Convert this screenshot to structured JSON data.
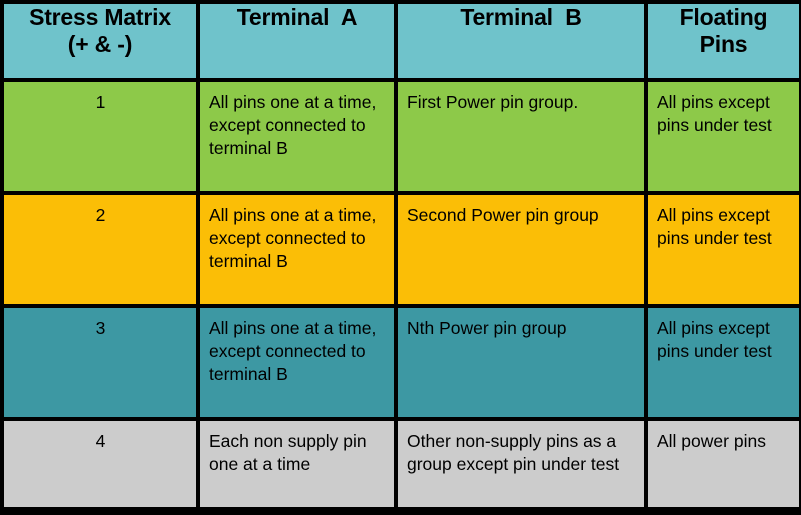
{
  "table": {
    "headers": [
      {
        "lines": [
          "Stress Matrix",
          "(+ & -)"
        ]
      },
      {
        "lines": [
          "Terminal  A"
        ]
      },
      {
        "lines": [
          "Terminal  B"
        ]
      },
      {
        "lines": [
          "Floating",
          "Pins"
        ]
      }
    ],
    "rows": [
      {
        "id": "1",
        "color": "#8DC949",
        "terminal_a": "All pins one at a time, except connected to terminal B",
        "terminal_b": "First Power pin group.",
        "floating_pins": "All pins except pins under test"
      },
      {
        "id": "2",
        "color": "#FBBE06",
        "terminal_a": "All pins one at a time, except connected to terminal B",
        "terminal_b": "Second Power pin group",
        "floating_pins": "All pins except pins under test"
      },
      {
        "id": "3",
        "color": "#3D98A3",
        "terminal_a": "All pins one at a time, except connected to terminal B",
        "terminal_b": "Nth Power pin group",
        "floating_pins": "All pins except pins under test"
      },
      {
        "id": "4",
        "color": "#CCCCCC",
        "terminal_a": "Each non supply pin one at a time",
        "terminal_b": "Other non-supply pins as a group except pin under test",
        "floating_pins": "All power pins"
      }
    ]
  },
  "colors": {
    "header_bg": "#6FC3CB",
    "row1_bg": "#8DC949",
    "row2_bg": "#FBBE06",
    "row3_bg": "#3D98A3",
    "row4_bg": "#CCCCCC",
    "grid": "#000000",
    "text": "#000000"
  }
}
